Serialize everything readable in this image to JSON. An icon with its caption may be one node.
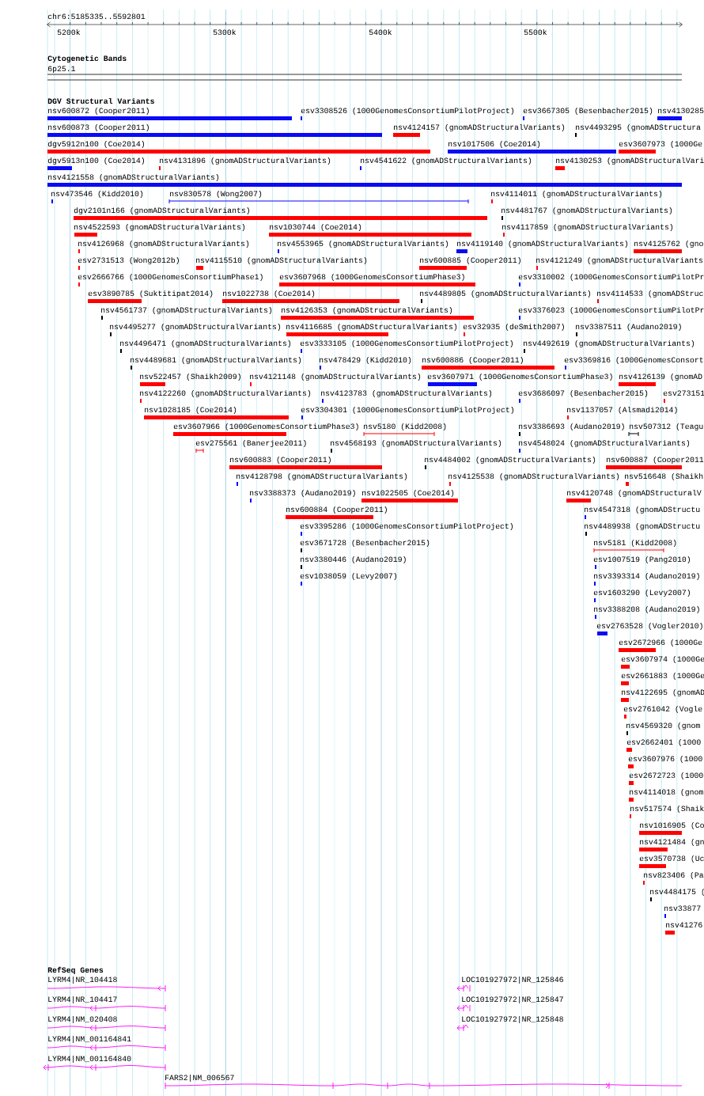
{
  "diagram": {
    "labels": [
      "chr6:5185335..5592801",
      "5200k",
      "5300k",
      "5400k",
      "5500k",
      "Cytogenetic Bands",
      "6p25.1",
      "DGV Structural Variants",
      "nsv600872 (Cooper2011)",
      "esv3308526 (1000GenomesConsortiumPilotProject)",
      "esv3667305 (Besenbacher2015)",
      "nsv4130285",
      "nsv600873 (Cooper2011)",
      "nsv4124157 (gnomADStructuralVariants)",
      "nsv4493295 (gnomADStructura",
      "dgv5912n100 (Coe2014)",
      "nsv1017506 (Coe2014)",
      "esv3607973 (1000Ge",
      "dgv5913n100 (Coe2014)",
      "nsv4131896 (gnomADStructuralVariants)",
      "nsv4541622 (gnomADStructuralVariants)",
      "nsv4130253 (gnomADStructuralVari",
      "nsv4121558 (gnomADStructuralVariants)",
      "nsv473546 (Kidd2010)",
      "nsv830578 (Wong2007)",
      "nsv4114011 (gnomADStructuralVariants)",
      "dgv2101n166 (gnomADStructuralVariants)",
      "nsv4481767 (gnomADStructuralVariants)",
      "nsv4522593 (gnomADStructuralVariants)",
      "nsv1030744 (Coe2014)",
      "nsv4117859 (gnomADStructuralVariants)",
      "nsv4126968 (gnomADStructuralVariants)",
      "nsv4553965 (gnomADStructuralVariants)",
      "nsv4119140 (gnomADStructuralVariants)",
      "nsv4125762 (gno",
      "esv2731513 (Wong2012b)",
      "nsv4115510 (gnomADStructuralVariants)",
      "nsv600885 (Cooper2011)",
      "nsv4121249 (gnomADStructuralVariants",
      "esv2666766 (1000GenomesConsortiumPhase1)",
      "esv3607968 (1000GenomesConsortiumPhase3)",
      "esv3310002 (1000GenomesConsortiumPilotPr",
      "esv3890785 (Suktitipat2014)",
      "nsv1022738 (Coe2014)",
      "nsv4489805 (gnomADStructuralVariants)",
      "nsv4114533 (gnomADStruc",
      "nsv4561737 (gnomADStructuralVariants)",
      "nsv4126353 (gnomADStructuralVariants)",
      "esv3376023 (1000GenomesConsortiumPilotPr",
      "nsv4495277 (gnomADStructuralVariants)",
      "nsv4116685 (gnomADStructuralVariants)",
      "esv32935 (deSmith2007)",
      "nsv3387511 (Audano2019)",
      "nsv4496471 (gnomADStructuralVariants)",
      "esv3333105 (1000GenomesConsortiumPilotProject)",
      "nsv4492619 (gnomADStructuralVariants)",
      "nsv4489681 (gnomADStructuralVariants)",
      "nsv478429 (Kidd2010)",
      "nsv600886 (Cooper2011)",
      "esv3369816 (1000GenomesConsort",
      "nsv522457 (Shaikh2009)",
      "nsv4121148 (gnomADStructuralVariants)",
      "esv3607971 (1000GenomesConsortiumPhase3)",
      "nsv4126139 (gnomAD",
      "nsv4122260 (gnomADStructuralVariants)",
      "nsv4123783 (gnomADStructuralVariants)",
      "esv3686097 (Besenbacher2015)",
      "esv273151",
      "nsv1028185 (Coe2014)",
      "esv3304301 (1000GenomesConsortiumPilotProject)",
      "nsv1137057 (Alsmadi2014)",
      "esv3607966 (1000GenomesConsortiumPhase3)",
      "nsv5180 (Kidd2008)",
      "nsv3386693 (Audano2019)",
      "nsv507312 (Teagu",
      "esv275561 (Banerjee2011)",
      "nsv4568193 (gnomADStructuralVariants)",
      "nsv4548024 (gnomADStructuralVariants)",
      "nsv600883 (Cooper2011)",
      "nsv4484002 (gnomADStructuralVariants)",
      "nsv600887 (Cooper2011",
      "nsv4128798 (gnomADStructuralVariants)",
      "nsv4125538 (gnomADStructuralVariants)",
      "nsv516648 (Shaikh",
      "nsv3388373 (Audano2019)",
      "nsv1022505 (Coe2014)",
      "nsv4120748 (gnomADStructuralV",
      "nsv600884 (Cooper2011)",
      "nsv4547318 (gnomADStructu",
      "esv3395286 (1000GenomesConsortiumPilotProject)",
      "nsv4489938 (gnomADStructu",
      "esv3671728 (Besenbacher2015)",
      "nsv5181 (Kidd2008)",
      "nsv3380446 (Audano2019)",
      "esv1007519 (Pang2010)",
      "esv1038059 (Levy2007)",
      "nsv3393314 (Audano2019)",
      "esv1603290 (Levy2007)",
      "nsv3388208 (Audano2019)",
      "esv2763528 (Vogler2010)",
      "esv2672966 (1000Ge",
      "esv3607974 (1000Ge",
      "esv2661883 (1000Ge",
      "nsv4122695 (gnomAD",
      "esv2761042 (Vogle",
      "nsv4569320 (gnom",
      "esv2662401 (1000",
      "esv3607976 (1000",
      "esv2672723 (1000",
      "nsv4114018 (gnom",
      "nsv517574 (Shaik",
      "nsv1016905 (Co",
      "nsv4121484 (gn",
      "esv3570738 (Uc",
      "nsv823406 (Pa",
      "nsv4484175 (",
      "nsv33877",
      "nsv41276",
      "RefSeq Genes",
      "LYRM4|NR_104418",
      "LOC101927972|NR_125846",
      "LYRM4|NR_104417",
      "LOC101927972|NR_125847",
      "LYRM4|NM_020408",
      "LOC101927972|NR_125848",
      "LYRM4|NM_001164841",
      "LYRM4|NM_001164840",
      "FARS2|NM_006567"
    ]
  }
}
